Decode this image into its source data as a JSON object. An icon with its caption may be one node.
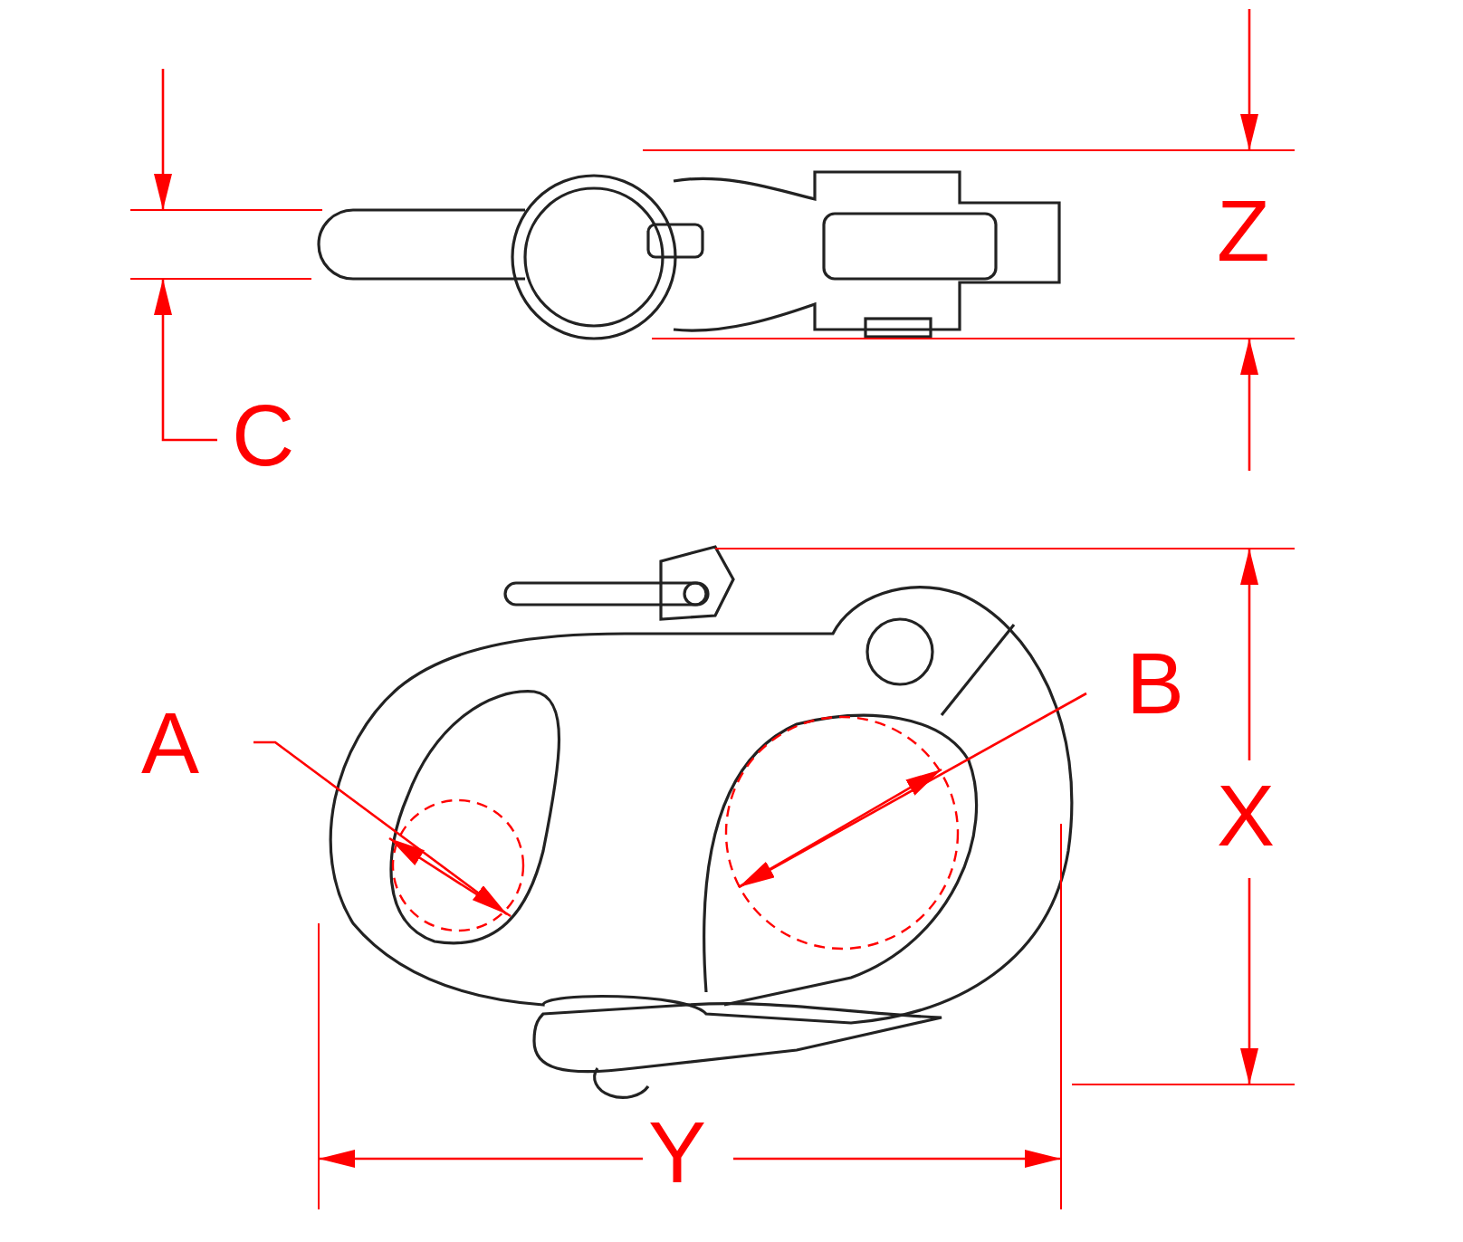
{
  "diagram": {
    "labels": [
      "Z",
      "C",
      "B",
      "A",
      "X",
      "Y"
    ]
  }
}
